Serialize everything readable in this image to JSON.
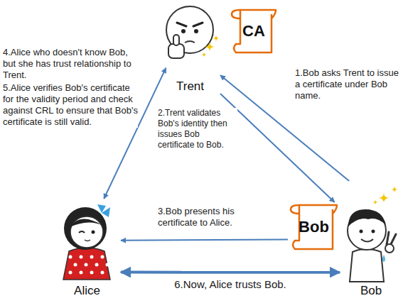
{
  "diagram": {
    "nodes": [
      {
        "text": [
          "Trent"
        ]
      },
      {
        "text": [
          "CA"
        ]
      },
      {
        "text": [
          "Bob"
        ]
      },
      {
        "text": [
          "Alice"
        ]
      },
      {
        "text": [
          "Bob"
        ]
      }
    ],
    "edges": [
      {
        "from": 4,
        "to": 0,
        "arrow": "to",
        "label": "1.Bob asks Trent to issue a certificate under Bob name."
      },
      {
        "from": 0,
        "to": 2,
        "arrow": "to",
        "label": "2.Trent validates Bob's identity then issues Bob certificate to Bob."
      },
      {
        "from": 2,
        "to": 3,
        "arrow": "to",
        "label": "3.Bob presents his certificate to Alice."
      },
      {
        "from": 3,
        "to": 0,
        "arrow": "both",
        "label": "4.Alice who doesn't know Bob, but she has trust relationship to Trent."
      },
      {
        "from": 3,
        "to": 4,
        "arrow": "both",
        "label": "6.Now, Alice trusts Bob."
      }
    ],
    "labels": [
      "5.Alice verifies Bob's certificate for the validity period and check against CRL to ensure that Bob's certificate is still valid."
    ]
  }
}
